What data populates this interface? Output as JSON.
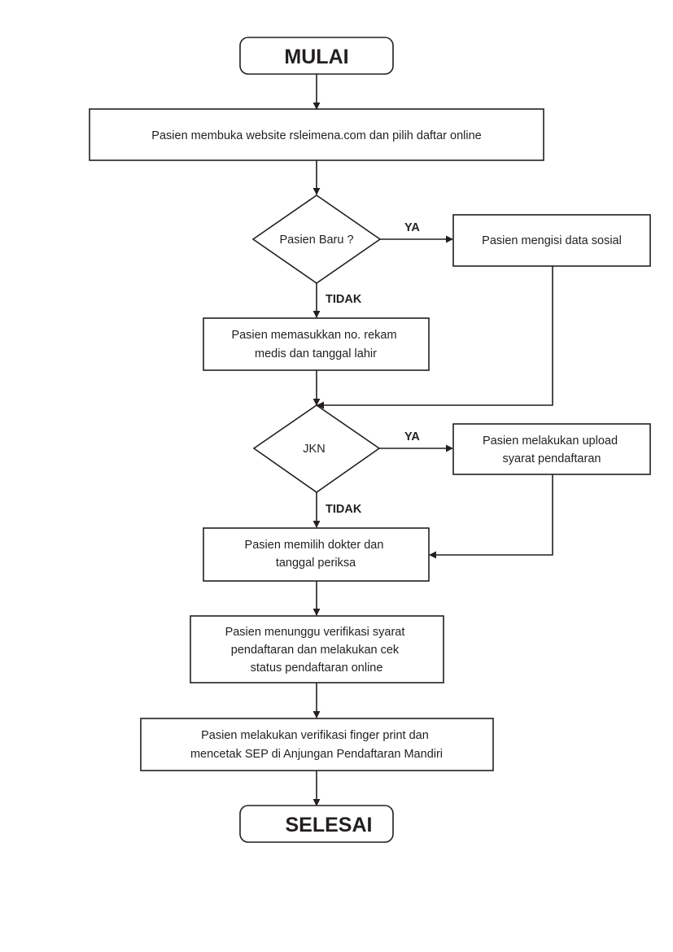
{
  "terminals": {
    "start": "MULAI",
    "end": "SELESAI"
  },
  "steps": {
    "open_website": "Pasien membuka website rsleimena.com dan pilih daftar online",
    "fill_social_data": "Pasien mengisi data sosial",
    "enter_record": [
      "Pasien memasukkan no. rekam",
      "medis dan tanggal lahir"
    ],
    "upload_requirements": [
      "Pasien melakukan upload",
      "syarat pendaftaran"
    ],
    "choose_doctor": [
      "Pasien memilih dokter dan",
      "tanggal periksa"
    ],
    "wait_verification": [
      "Pasien menunggu verifikasi syarat",
      "pendaftaran dan melakukan cek",
      "status pendaftaran online"
    ],
    "fingerprint": [
      "Pasien melakukan verifikasi finger print dan",
      "mencetak SEP di Anjungan Pendaftaran Mandiri"
    ]
  },
  "decisions": {
    "new_patient": "Pasien Baru ?",
    "jkn": "JKN"
  },
  "edges": {
    "yes_new_patient": "YA",
    "no_new_patient": "TIDAK",
    "yes_jkn": "YA",
    "no_jkn": "TIDAK"
  }
}
